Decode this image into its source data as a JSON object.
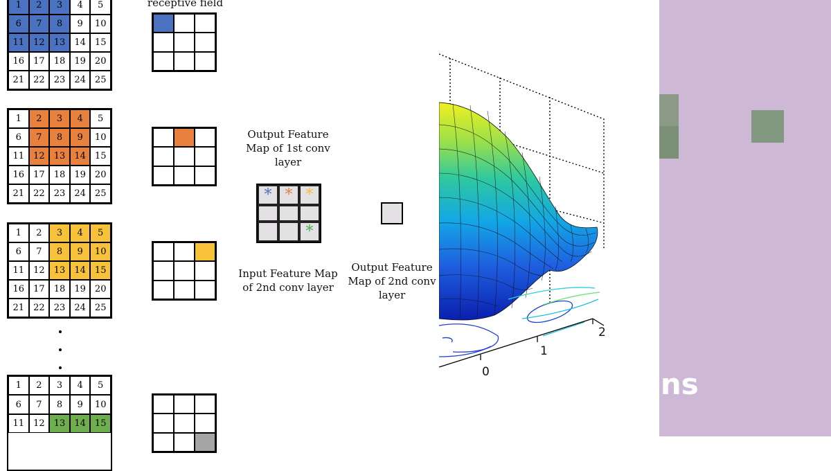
{
  "background": {
    "panel_color": "#cdb8d6",
    "partial_text": "ons"
  },
  "labels": {
    "receptive_field": "receptive field",
    "out1": [
      "Output Feature",
      "Map of 1st conv",
      "layer"
    ],
    "in2": [
      "Input Feature Map",
      "of 2nd conv layer"
    ],
    "out2": [
      "Output Feature",
      "Map of 2nd conv",
      "layer"
    ]
  },
  "input_grids": [
    {
      "rows": [
        [
          "1",
          "2",
          "3",
          "4",
          "5"
        ],
        [
          "6",
          "7",
          "8",
          "9",
          "10"
        ],
        [
          "11",
          "12",
          "13",
          "14",
          "15"
        ],
        [
          "16",
          "17",
          "18",
          "19",
          "20"
        ],
        [
          "21",
          "22",
          "23",
          "24",
          "25"
        ]
      ],
      "highlight": [
        0,
        1,
        2,
        5,
        6,
        7,
        10,
        11,
        12
      ],
      "color": "blue"
    },
    {
      "rows": [
        [
          "1",
          "2",
          "3",
          "4",
          "5"
        ],
        [
          "6",
          "7",
          "8",
          "9",
          "10"
        ],
        [
          "11",
          "12",
          "13",
          "14",
          "15"
        ],
        [
          "16",
          "17",
          "18",
          "19",
          "20"
        ],
        [
          "21",
          "22",
          "23",
          "24",
          "25"
        ]
      ],
      "highlight": [
        1,
        2,
        3,
        6,
        7,
        8,
        11,
        12,
        13
      ],
      "color": "orange"
    },
    {
      "rows": [
        [
          "1",
          "2",
          "3",
          "4",
          "5"
        ],
        [
          "6",
          "7",
          "8",
          "9",
          "10"
        ],
        [
          "11",
          "12",
          "13",
          "14",
          "15"
        ],
        [
          "16",
          "17",
          "18",
          "19",
          "20"
        ],
        [
          "21",
          "22",
          "23",
          "24",
          "25"
        ]
      ],
      "highlight": [
        2,
        3,
        4,
        7,
        8,
        9,
        12,
        13,
        14
      ],
      "color": "yellow"
    },
    {
      "rows": [
        [
          "1",
          "2",
          "3",
          "4",
          "5"
        ],
        [
          "6",
          "7",
          "8",
          "9",
          "10"
        ],
        [
          "11",
          "12",
          "13",
          "14",
          "15"
        ]
      ],
      "highlight": [
        12,
        13,
        14
      ],
      "color": "green"
    }
  ],
  "output_cells": [
    {
      "highlight": 0,
      "color": "blue"
    },
    {
      "highlight": 1,
      "color": "orange"
    },
    {
      "highlight": 2,
      "color": "yellow"
    },
    {
      "highlight": 8,
      "color": "grey"
    }
  ],
  "feature_map": {
    "marks": [
      {
        "symbol": "*",
        "color": "#4a72c0"
      },
      {
        "symbol": "*",
        "color": "#e8803e"
      },
      {
        "symbol": "*",
        "color": "#f8c13a"
      },
      {
        "symbol": "",
        "color": ""
      },
      {
        "symbol": "",
        "color": ""
      },
      {
        "symbol": "",
        "color": ""
      },
      {
        "symbol": "",
        "color": ""
      },
      {
        "symbol": "",
        "color": ""
      },
      {
        "symbol": "*",
        "color": "#4caf50"
      }
    ]
  },
  "surface_axes": {
    "tick_0": "0",
    "tick_1": "1",
    "tick_2": "2"
  }
}
